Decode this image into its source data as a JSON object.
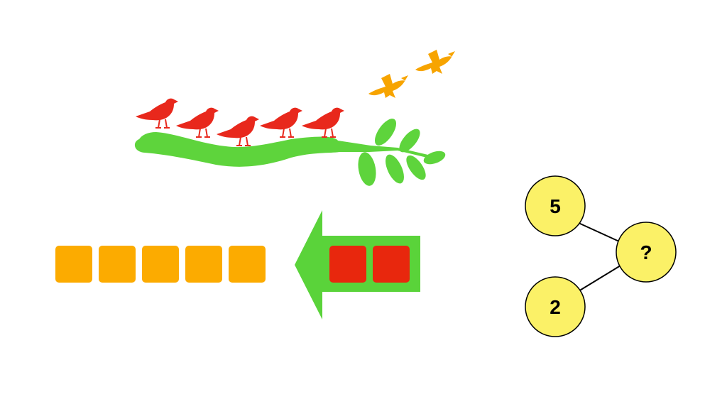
{
  "colors": {
    "background": "#ffffff",
    "red_birds": "#e8281c",
    "orange_birds": "#f7a400",
    "branch_green": "#5ed43c",
    "orange_squares": "#fcab00",
    "red_squares": "#e8270d",
    "arrow_green": "#5ad33a",
    "bond_circle_fill": "#fbf167",
    "bond_circle_stroke": "#000000"
  },
  "scene": {
    "perched_birds": {
      "count": 5,
      "icon": "red-bird-icon"
    },
    "flying_birds": {
      "count": 2,
      "icon": "orange-flying-bird-icon"
    },
    "orange_squares": {
      "count": 5
    },
    "red_squares": {
      "count": 2
    },
    "arrow": {
      "icon": "left-arrow-icon"
    }
  },
  "number_bond": {
    "whole_top": "5",
    "part_bottom": "2",
    "unknown": "?"
  }
}
